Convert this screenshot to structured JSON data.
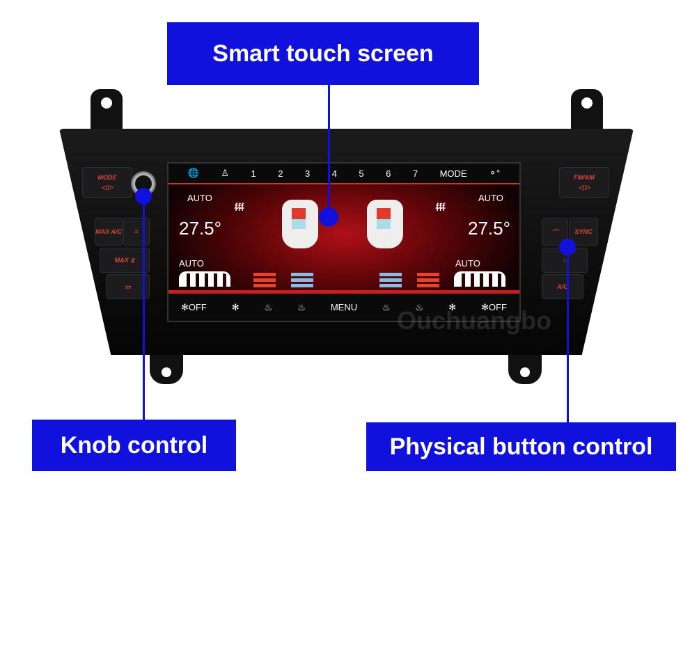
{
  "callouts": {
    "touch": "Smart touch screen",
    "knob": "Knob control",
    "buttons": "Physical button control"
  },
  "left_buttons": {
    "mode": "MODE",
    "mode_arrows": "◁ ▷",
    "max_ac": "MAX A/C",
    "max_defrost": "MAX ⧖",
    "rear_defrost": "▭"
  },
  "right_buttons": {
    "fm_am": "FM/AM",
    "fm_arrows": "◁ ▷",
    "sync": "SYNC",
    "ac": "A/C"
  },
  "screen": {
    "top_bar": [
      "🌐",
      "♙",
      "1",
      "2",
      "3",
      "4",
      "5",
      "6",
      "7",
      "MODE",
      "⚬°"
    ],
    "left": {
      "mode": "AUTO",
      "temp": "27.5°",
      "fan_mode": "AUTO"
    },
    "right": {
      "mode": "AUTO",
      "temp": "27.5°",
      "fan_mode": "AUTO"
    },
    "defrost_icon": "ᵮᵮᵮ",
    "bottom_bar": [
      "✻OFF",
      "✻",
      "♨",
      "♨",
      "MENU",
      "♨",
      "♨",
      "✻",
      "✻OFF"
    ]
  },
  "watermark": "Ouchuangbo",
  "colors": {
    "callout": "#1111dd",
    "accent": "#d23030"
  }
}
